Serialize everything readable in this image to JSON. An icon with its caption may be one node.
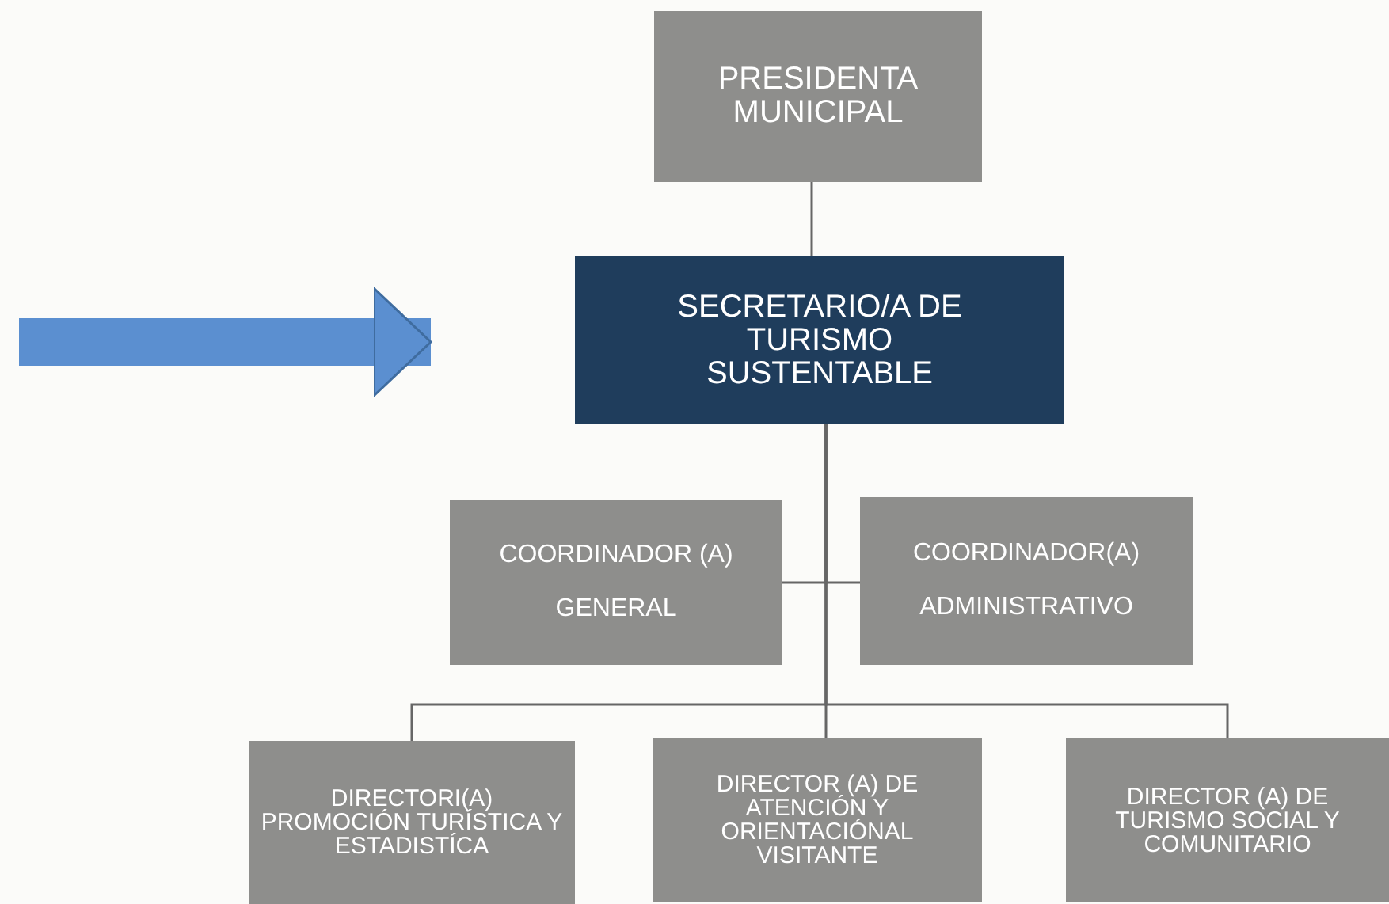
{
  "diagram": {
    "nodes": [
      {
        "text": [
          "PRESIDENTA MUNICIPAL"
        ]
      },
      {
        "text": [
          "SECRETARIO/A DE TURISMO SUSTENTABLE"
        ]
      },
      {
        "text": [
          "COORDINADOR (A) GENERAL"
        ]
      },
      {
        "text": [
          "COORDINADOR(A) ADMINISTRATIVO"
        ]
      },
      {
        "text": [
          "DIRECTORI(A) PROMOCIÓN TURÍSTICA Y ESTADISTÍCA"
        ]
      },
      {
        "text": [
          "DIRECTOR (A) DE ATENCIÓN Y ORIENTACIÓNAL VISITANTE"
        ]
      },
      {
        "text": [
          "DIRECTOR (A) DE TURISMO SOCIAL Y COMUNITARIO"
        ]
      }
    ],
    "edges": [
      {
        "from": 0,
        "to": 1,
        "arrow": "none"
      },
      {
        "from": 1,
        "to": 2,
        "arrow": "none"
      },
      {
        "from": 1,
        "to": 3,
        "arrow": "none"
      },
      {
        "from": 1,
        "to": 4,
        "arrow": "none"
      },
      {
        "from": 1,
        "to": 5,
        "arrow": "none"
      },
      {
        "from": 1,
        "to": 6,
        "arrow": "none"
      },
      {
        "from": null,
        "to": 1,
        "arrow": "to",
        "style": "thick",
        "color": "#5b8fd0"
      }
    ]
  }
}
